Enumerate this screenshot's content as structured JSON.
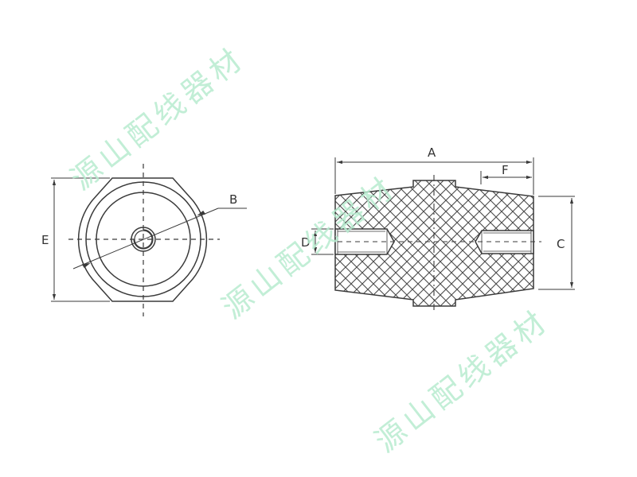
{
  "drawing": {
    "line_color": "#3a3a3a",
    "hatch_color": "#4a4a4a",
    "background": "#ffffff",
    "watermark_color": "#b8ecd0"
  },
  "end_view": {
    "labels": {
      "E": "E",
      "B": "B"
    }
  },
  "side_view": {
    "labels": {
      "A": "A",
      "C": "C",
      "D": "D",
      "F": "F"
    }
  },
  "watermarks": [
    {
      "text": "源山配线器材"
    },
    {
      "text": "源山配线器材"
    },
    {
      "text": "源山配线器材"
    }
  ]
}
